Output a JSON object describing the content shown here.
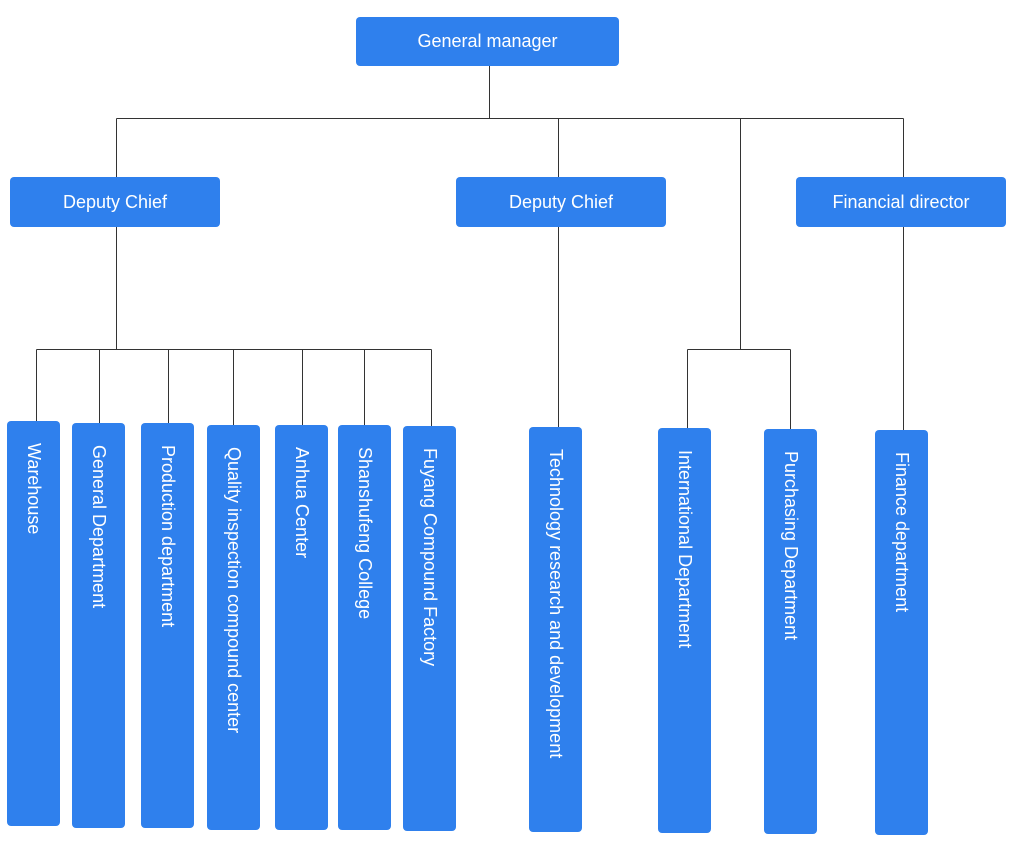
{
  "colors": {
    "node_fill": "#2f80ed",
    "node_text": "#ffffff",
    "line": "#333333"
  },
  "root": {
    "label": "General manager"
  },
  "level1": [
    {
      "label": "Deputy Chief"
    },
    {
      "label": "Deputy Chief"
    },
    {
      "label": "Financial director"
    }
  ],
  "departments": [
    {
      "label": "Warehouse"
    },
    {
      "label": "General Department"
    },
    {
      "label": "Production department"
    },
    {
      "label": "Quality inspection compound center"
    },
    {
      "label": "Anhua Center"
    },
    {
      "label": "Shanshufeng College"
    },
    {
      "label": "Fuyang Compound Factory"
    },
    {
      "label": "Technology research and development"
    },
    {
      "label": "International Department"
    },
    {
      "label": "Purchasing Department"
    },
    {
      "label": "Finance department"
    }
  ]
}
